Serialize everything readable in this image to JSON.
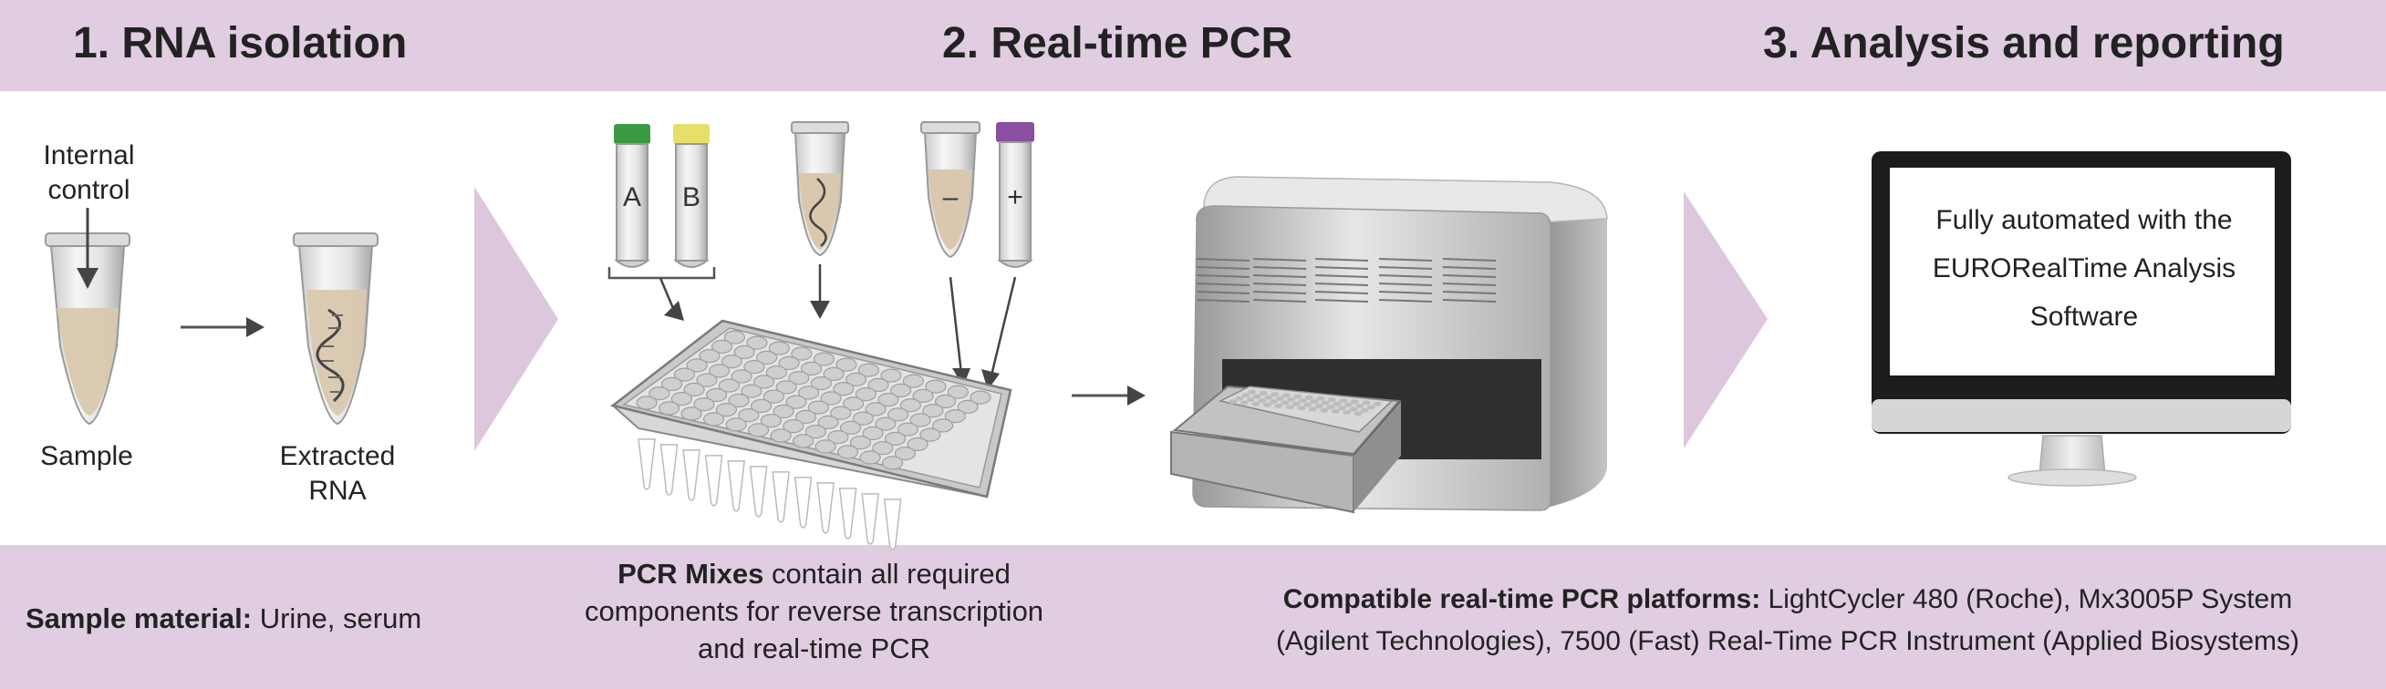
{
  "colors": {
    "band": "#e0cde2",
    "chevron": "#dcc7dd",
    "liquid": "#d9c8ae",
    "cap_green": "#3b9b45",
    "cap_yellow": "#e6df6a",
    "cap_purple": "#8a4f9e"
  },
  "header": {
    "step1": "1. RNA isolation",
    "step2": "2. Real-time PCR",
    "step3": "3. Analysis and reporting"
  },
  "isolation": {
    "internal_control": [
      "Internal",
      "control"
    ],
    "sample": "Sample",
    "extracted_rna": [
      "Extracted",
      "RNA"
    ]
  },
  "pcr": {
    "tube_a": "A",
    "tube_b": "B",
    "tube_neg": "–",
    "tube_pos": "+"
  },
  "analysis": {
    "monitor_text": [
      "Fully automated with the",
      "EURORealTime Analysis",
      "Software"
    ]
  },
  "footer": {
    "sample_material_label": "Sample material:",
    "sample_material_value": " Urine, serum",
    "pcr_mixes_label": "PCR Mixes",
    "pcr_mixes_text": [
      " contain all required",
      "components for reverse transcription",
      "and real-time PCR"
    ],
    "platforms_label": "Compatible real-time PCR platforms:",
    "platforms_text": [
      " LightCycler 480 (Roche), Mx3005P System",
      "(Agilent Technologies), 7500 (Fast) Real-Time PCR Instrument (Applied Biosystems)"
    ]
  },
  "icons": [
    "microtube-icon",
    "rna-helix-icon",
    "reagent-tube-icon",
    "pcr-plate-icon",
    "pcr-instrument-icon",
    "monitor-icon",
    "chevron-right-icon",
    "arrow-icon"
  ]
}
